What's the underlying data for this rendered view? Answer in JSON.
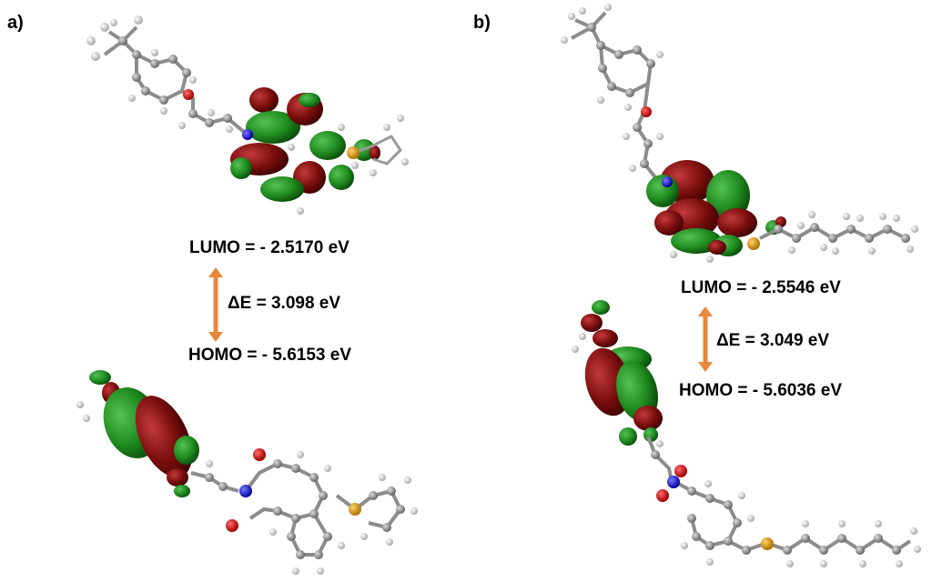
{
  "panels": [
    {
      "label": "a)",
      "lumo": "LUMO = - 2.5170 eV",
      "gap": "ΔE = 3.098 eV",
      "homo": "HOMO = - 5.6153 eV"
    },
    {
      "label": "b)",
      "lumo": "LUMO = - 2.5546 eV",
      "gap": "ΔE = 3.049 eV",
      "homo": "HOMO = - 5.6036 eV"
    }
  ],
  "colors": {
    "orbital_positive": "#7a0d0d",
    "orbital_negative": "#1f8a1f",
    "carbon": "#8a8a8a",
    "hydrogen": "#e6e6e6",
    "oxygen": "#d40000",
    "nitrogen": "#1a1aff",
    "sulfur": "#e8a317",
    "arrow": "#e8883a"
  }
}
